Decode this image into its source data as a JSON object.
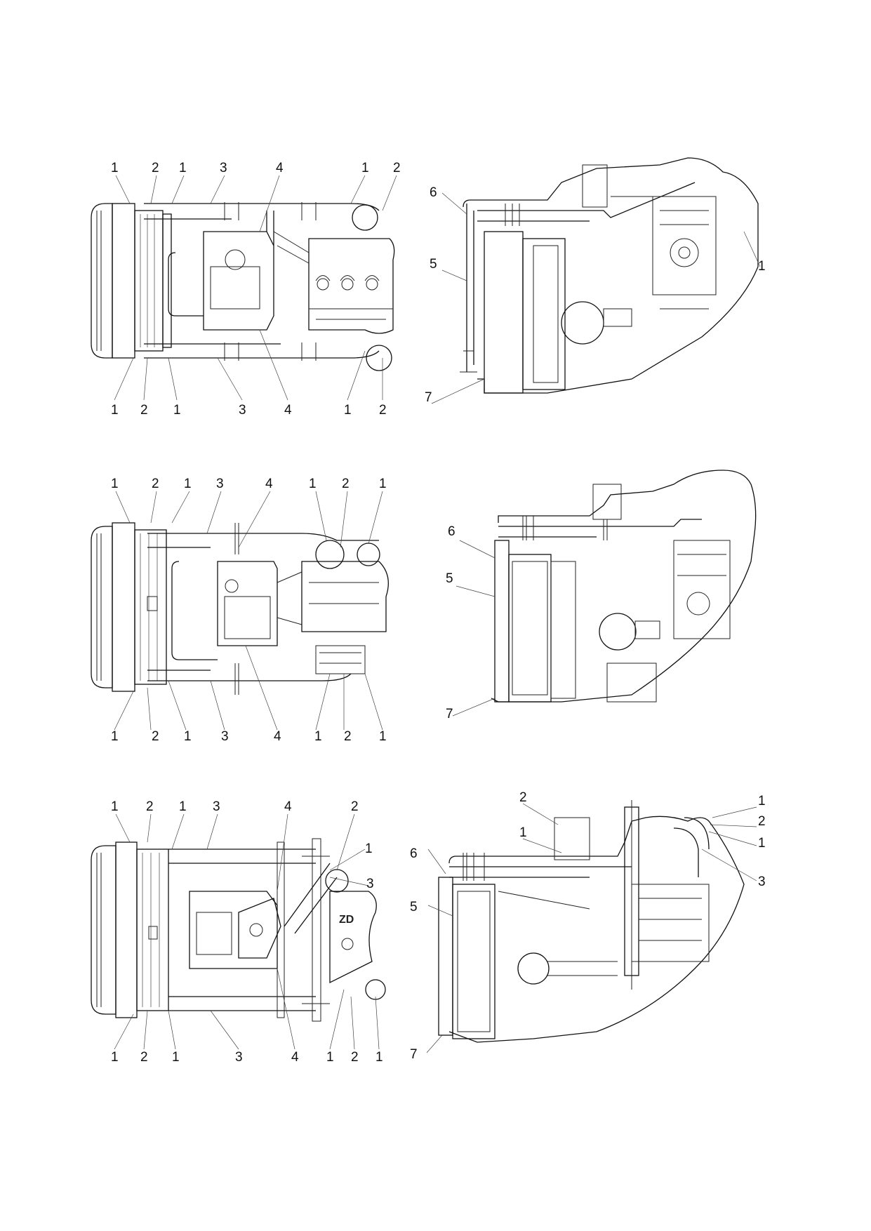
{
  "figures": [
    {
      "id": "fig1-top",
      "callouts_top": [
        "1",
        "2",
        "1",
        "3",
        "4",
        "1",
        "2"
      ],
      "callouts_bottom": [
        "1",
        "2",
        "1",
        "3",
        "4",
        "1",
        "2"
      ]
    },
    {
      "id": "fig1-side",
      "callouts": [
        "6",
        "5",
        "7",
        "1"
      ]
    },
    {
      "id": "fig2-top",
      "callouts_top": [
        "1",
        "2",
        "1",
        "3",
        "4",
        "1",
        "2",
        "1"
      ],
      "callouts_bottom": [
        "1",
        "2",
        "1",
        "3",
        "4",
        "1",
        "2",
        "1"
      ]
    },
    {
      "id": "fig2-side",
      "callouts": [
        "6",
        "5",
        "7"
      ]
    },
    {
      "id": "fig3-top",
      "callouts_top": [
        "1",
        "2",
        "1",
        "3",
        "4",
        "2",
        "1",
        "3"
      ],
      "callouts_bottom": [
        "1",
        "2",
        "1",
        "3",
        "4",
        "1",
        "2",
        "1"
      ],
      "engine_marking": "ZD"
    },
    {
      "id": "fig3-side",
      "callouts": [
        "2",
        "1",
        "6",
        "5",
        "7",
        "1",
        "2",
        "1",
        "3"
      ]
    }
  ]
}
